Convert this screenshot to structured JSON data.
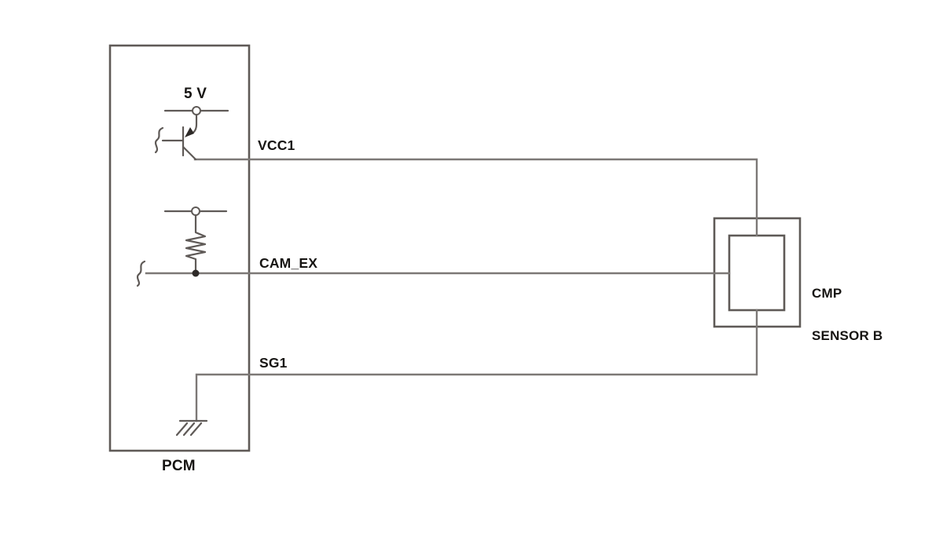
{
  "diagram": {
    "pcm": {
      "label": "PCM",
      "supply_label": "5 V"
    },
    "signals": {
      "vcc1": "VCC1",
      "cam_ex": "CAM_EX",
      "sg1": "SG1"
    },
    "sensor": {
      "line1": "CMP",
      "line2": "SENSOR B"
    },
    "components": [
      "supply-terminal",
      "pnp-transistor",
      "pull-up-resistor",
      "junction-dot",
      "wire-break",
      "ground"
    ],
    "colors": {
      "wire": "#7c7876",
      "symbol": "#5f5a57",
      "box": "#5f5a57",
      "text": "#161412",
      "junction": "#2e2a28",
      "background": "#ffffff"
    }
  }
}
